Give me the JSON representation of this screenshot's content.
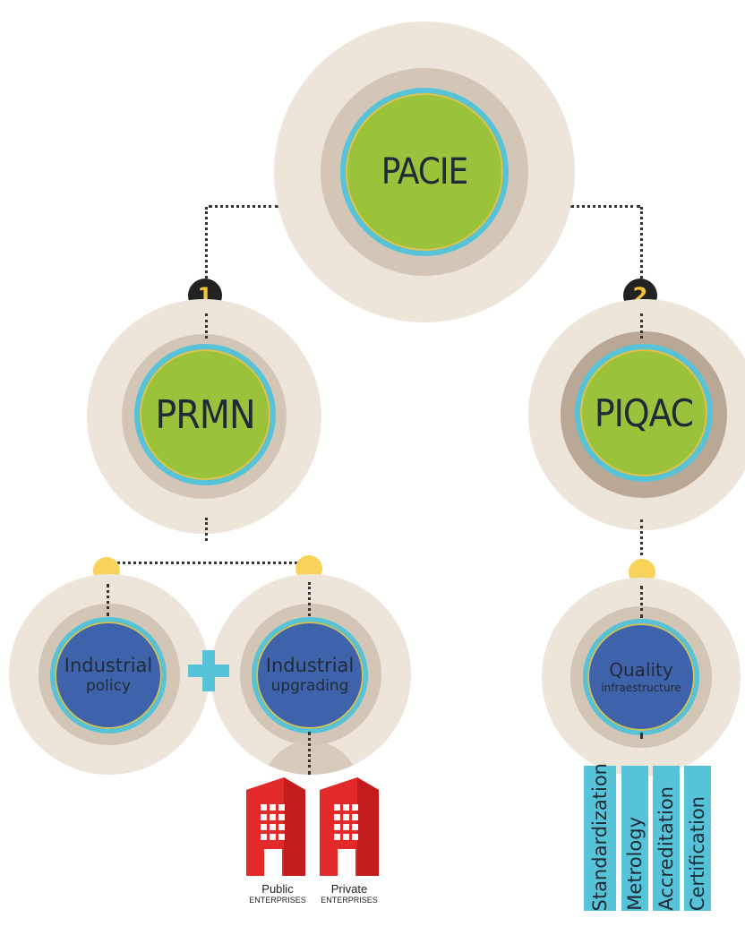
{
  "nodes": {
    "pacie": "PACIE",
    "prmn": "PRMN",
    "piqac": "PIQAC",
    "industrial_policy": {
      "line1": "Industrial",
      "line2": "policy"
    },
    "industrial_upgrading": {
      "line1": "Industrial",
      "line2": "upgrading"
    },
    "quality": {
      "line1": "Quality",
      "line2": "infraestructure"
    }
  },
  "badges": {
    "one": "1",
    "two": "2"
  },
  "plus": "+",
  "enterprises": {
    "public": {
      "line1": "Public",
      "line2": "ENTERPRISES"
    },
    "private": {
      "line1": "Private",
      "line2": "ENTERPRISES"
    }
  },
  "quality_components": [
    "Standardization",
    "Metrology",
    "Accreditation",
    "Certification"
  ],
  "colors": {
    "green": "#9bc23b",
    "blue": "#3f63ab",
    "cyan": "#56c3d8",
    "beige": "#ede5d9",
    "taupe": "#d3c6b7",
    "yellow_dot": "#f7d35b",
    "building_red": "#e32a2a",
    "badge_bg": "#222222",
    "badge_text": "#f3c53a"
  }
}
